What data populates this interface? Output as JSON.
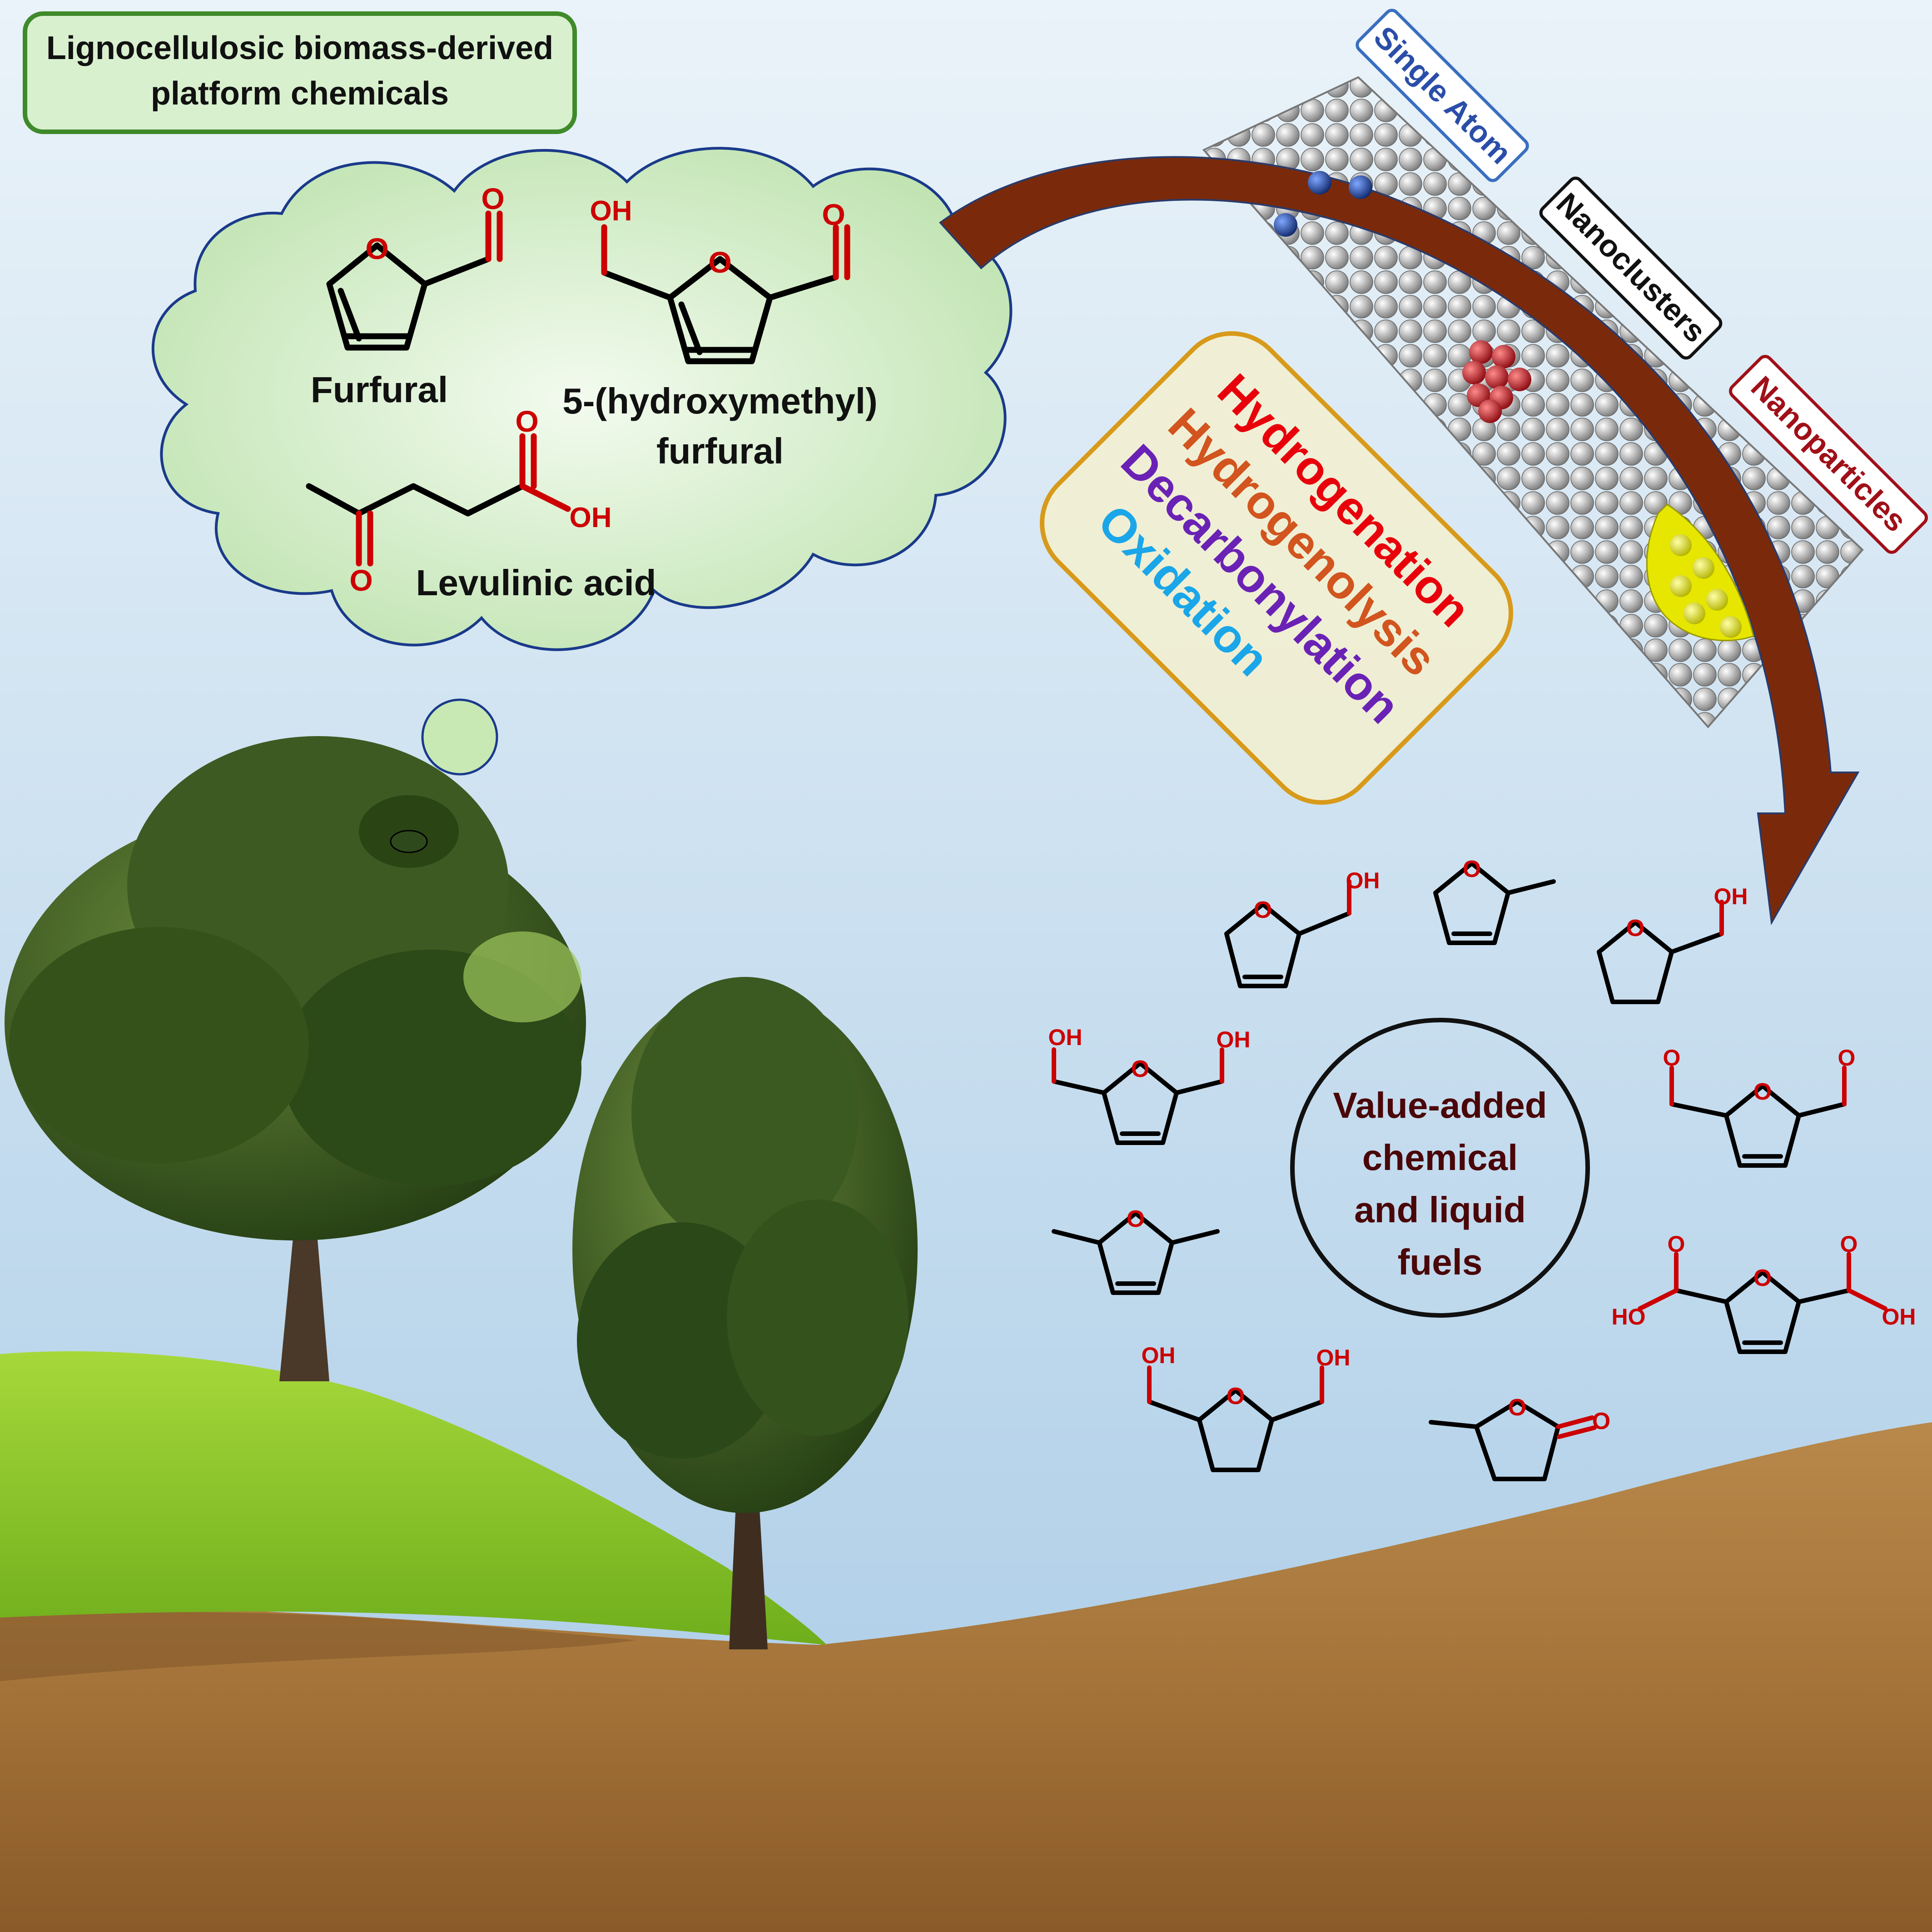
{
  "header": {
    "line1": "Lignocellulosic biomass-derived",
    "line2": "platform chemicals"
  },
  "platform": {
    "furfural": "Furfural",
    "hmf_line1": "5-(hydroxymethyl)",
    "hmf_line2": "furfural",
    "levulinic": "Levulinic acid"
  },
  "catalysts": {
    "single_atom": "Single Atom",
    "nanoclusters": "Nanoclusters",
    "nanoparticles": "Nanoparticles"
  },
  "reactions": [
    {
      "label": "Hydrogenation",
      "color": "#e8000b"
    },
    {
      "label": "Hydrogenolysis",
      "color": "#d2541e"
    },
    {
      "label": "Decarbonylation",
      "color": "#6a22b5"
    },
    {
      "label": "Oxidation",
      "color": "#1aa6e8"
    }
  ],
  "products_center": {
    "line1": "Value-added",
    "line2": "chemical",
    "line3": "and liquid",
    "line4": "fuels"
  },
  "atoms": {
    "O": "O",
    "OH": "OH",
    "HO": "HO"
  },
  "colors": {
    "catalyst_atoms": "#bfbfbf",
    "single_atom": "#1a3e8c",
    "cluster": "#c0141e",
    "particle": "#e6e600",
    "arrow": "#7a2a0a"
  }
}
